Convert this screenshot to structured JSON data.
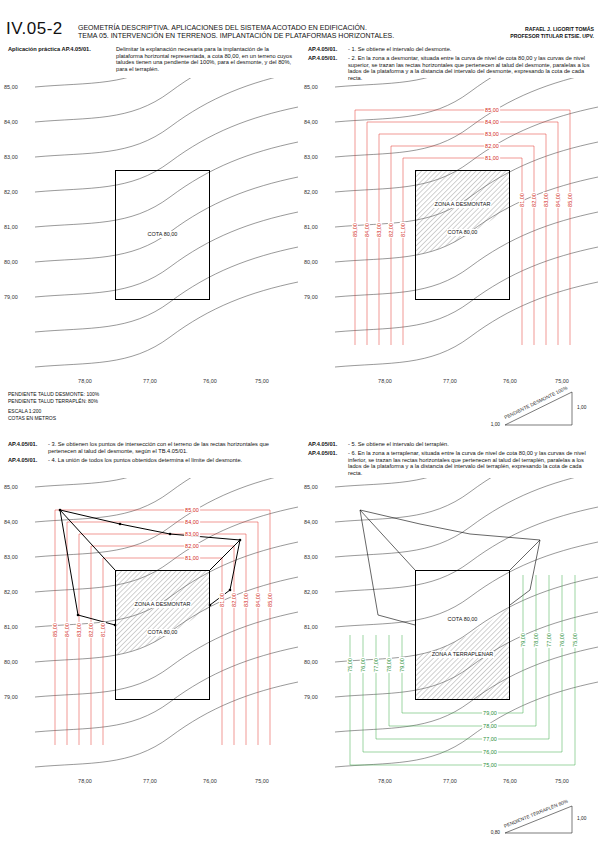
{
  "diagram": {
    "nodes": [
      {
        "text": [
          "COTA 80,00"
        ]
      },
      {
        "text": [
          "ZONA A DESMONTAR",
          "COTA 80,00"
        ]
      },
      {
        "text": [
          "ZONA A DESMONTAR",
          "COTA 80,00"
        ]
      },
      {
        "text": [
          "COTA 80,00",
          "ZONA A TERRAPLENAR"
        ]
      }
    ],
    "labels": [
      "IV.05-2",
      "GEOMETRÍA DESCRIPTIVA. APLICACIONES DEL SISTEMA ACOTADO EN EDIFICACIÓN.",
      "TEMA 05. INTERVENCIÓN EN TERRENOS. IMPLANTACIÓN DE PLATAFORMAS HORIZONTALES.",
      "RAFAEL J. LIGORIT TOMÁS",
      "PROFESOR TITULAR ETSIE. UPV.",
      "Aplicación práctica AP.4.05/01.",
      "Delimitar la explanación necesaria para la implantación de la plataforma horizontal representada, a cota 80,00, en un terreno cuyos taludes tienen una pendiente del 100%, para el desmonte, y del 80%, para el terraplén.",
      "AP.4.05/01.",
      "- 1. Se obtiene el intervalo del desmonte.",
      "AP.4.05/01.",
      "- 2. En la zona a desmontar, situada entre la curva de nivel de cota 80,00 y las curvas de nivel superior, se trazan las rectas horizontales que pertenecen al talud del desmonte, paralelas a los lados de la plataforma y a la distancia del intervalo del desmonte, expresando la cota de cada recta.",
      "AP.4.05/01.",
      "- 3. Se obtienen los puntos de intersección con el terreno de las rectas horizontales que pertenecen al talud del desmonte, según el TB.4.05/01.",
      "AP.4.05/01.",
      "- 4. La unión de todos los puntos obtenidos determina el límite del desmonte.",
      "AP.4.05/01.",
      "- 5. Se obtiene el intervalo del terraplén.",
      "AP.4.05/01.",
      "- 6. En la zona a terraplenar, situada entre la curva de nivel de cota 80,00 y las curvas de nivel inferior, se trazan las rectas horizontales que pertenecen al talud del terraplén, paralelas a los lados de la plataforma y a la distancia del intervalo del terraplén, expresando la cota de cada recta.",
      "PENDIENTE TALUD DESMONTE: 100%",
      "PENDIENTE TALUD TERRAPLÉN: 80%",
      "ESCALA 1:200",
      "COTAS EN METROS",
      "85,00",
      "84,00",
      "83,00",
      "82,00",
      "81,00",
      "80,00",
      "79,00",
      "78,00",
      "77,00",
      "76,00",
      "75,00",
      "85,00",
      "84,00",
      "83,00",
      "82,00",
      "81,00",
      "80,00",
      "79,00",
      "78,00",
      "77,00",
      "76,00",
      "75,00",
      "85,00",
      "84,00",
      "83,00",
      "82,00",
      "81,00",
      "80,00",
      "79,00",
      "78,00",
      "77,00",
      "76,00",
      "75,00",
      "85,00",
      "84,00",
      "83,00",
      "82,00",
      "81,00",
      "80,00",
      "79,00",
      "78,00",
      "77,00",
      "76,00",
      "75,00",
      "85,00",
      "84,00",
      "83,00",
      "82,00",
      "81,00",
      "85,00",
      "84,00",
      "83,00",
      "82,00",
      "81,00",
      "85,00",
      "84,00",
      "83,00",
      "82,00",
      "81,00",
      "85,00",
      "84,00",
      "83,00",
      "82,00",
      "81,00",
      "85,00",
      "84,00",
      "83,00",
      "82,00",
      "81,00",
      "85,00",
      "84,00",
      "83,00",
      "82,00",
      "81,00",
      "79,00",
      "78,00",
      "77,00",
      "76,00",
      "75,00",
      "79,00",
      "78,00",
      "77,00",
      "76,00",
      "75,00",
      "79,00",
      "78,00",
      "77,00",
      "76,00",
      "75,00",
      "PENDIENTE DESMONTE 100%",
      "1,00",
      "1,00",
      "PENDIENTE TERRAPLÉN 80%",
      "1,00",
      "0,80"
    ]
  }
}
